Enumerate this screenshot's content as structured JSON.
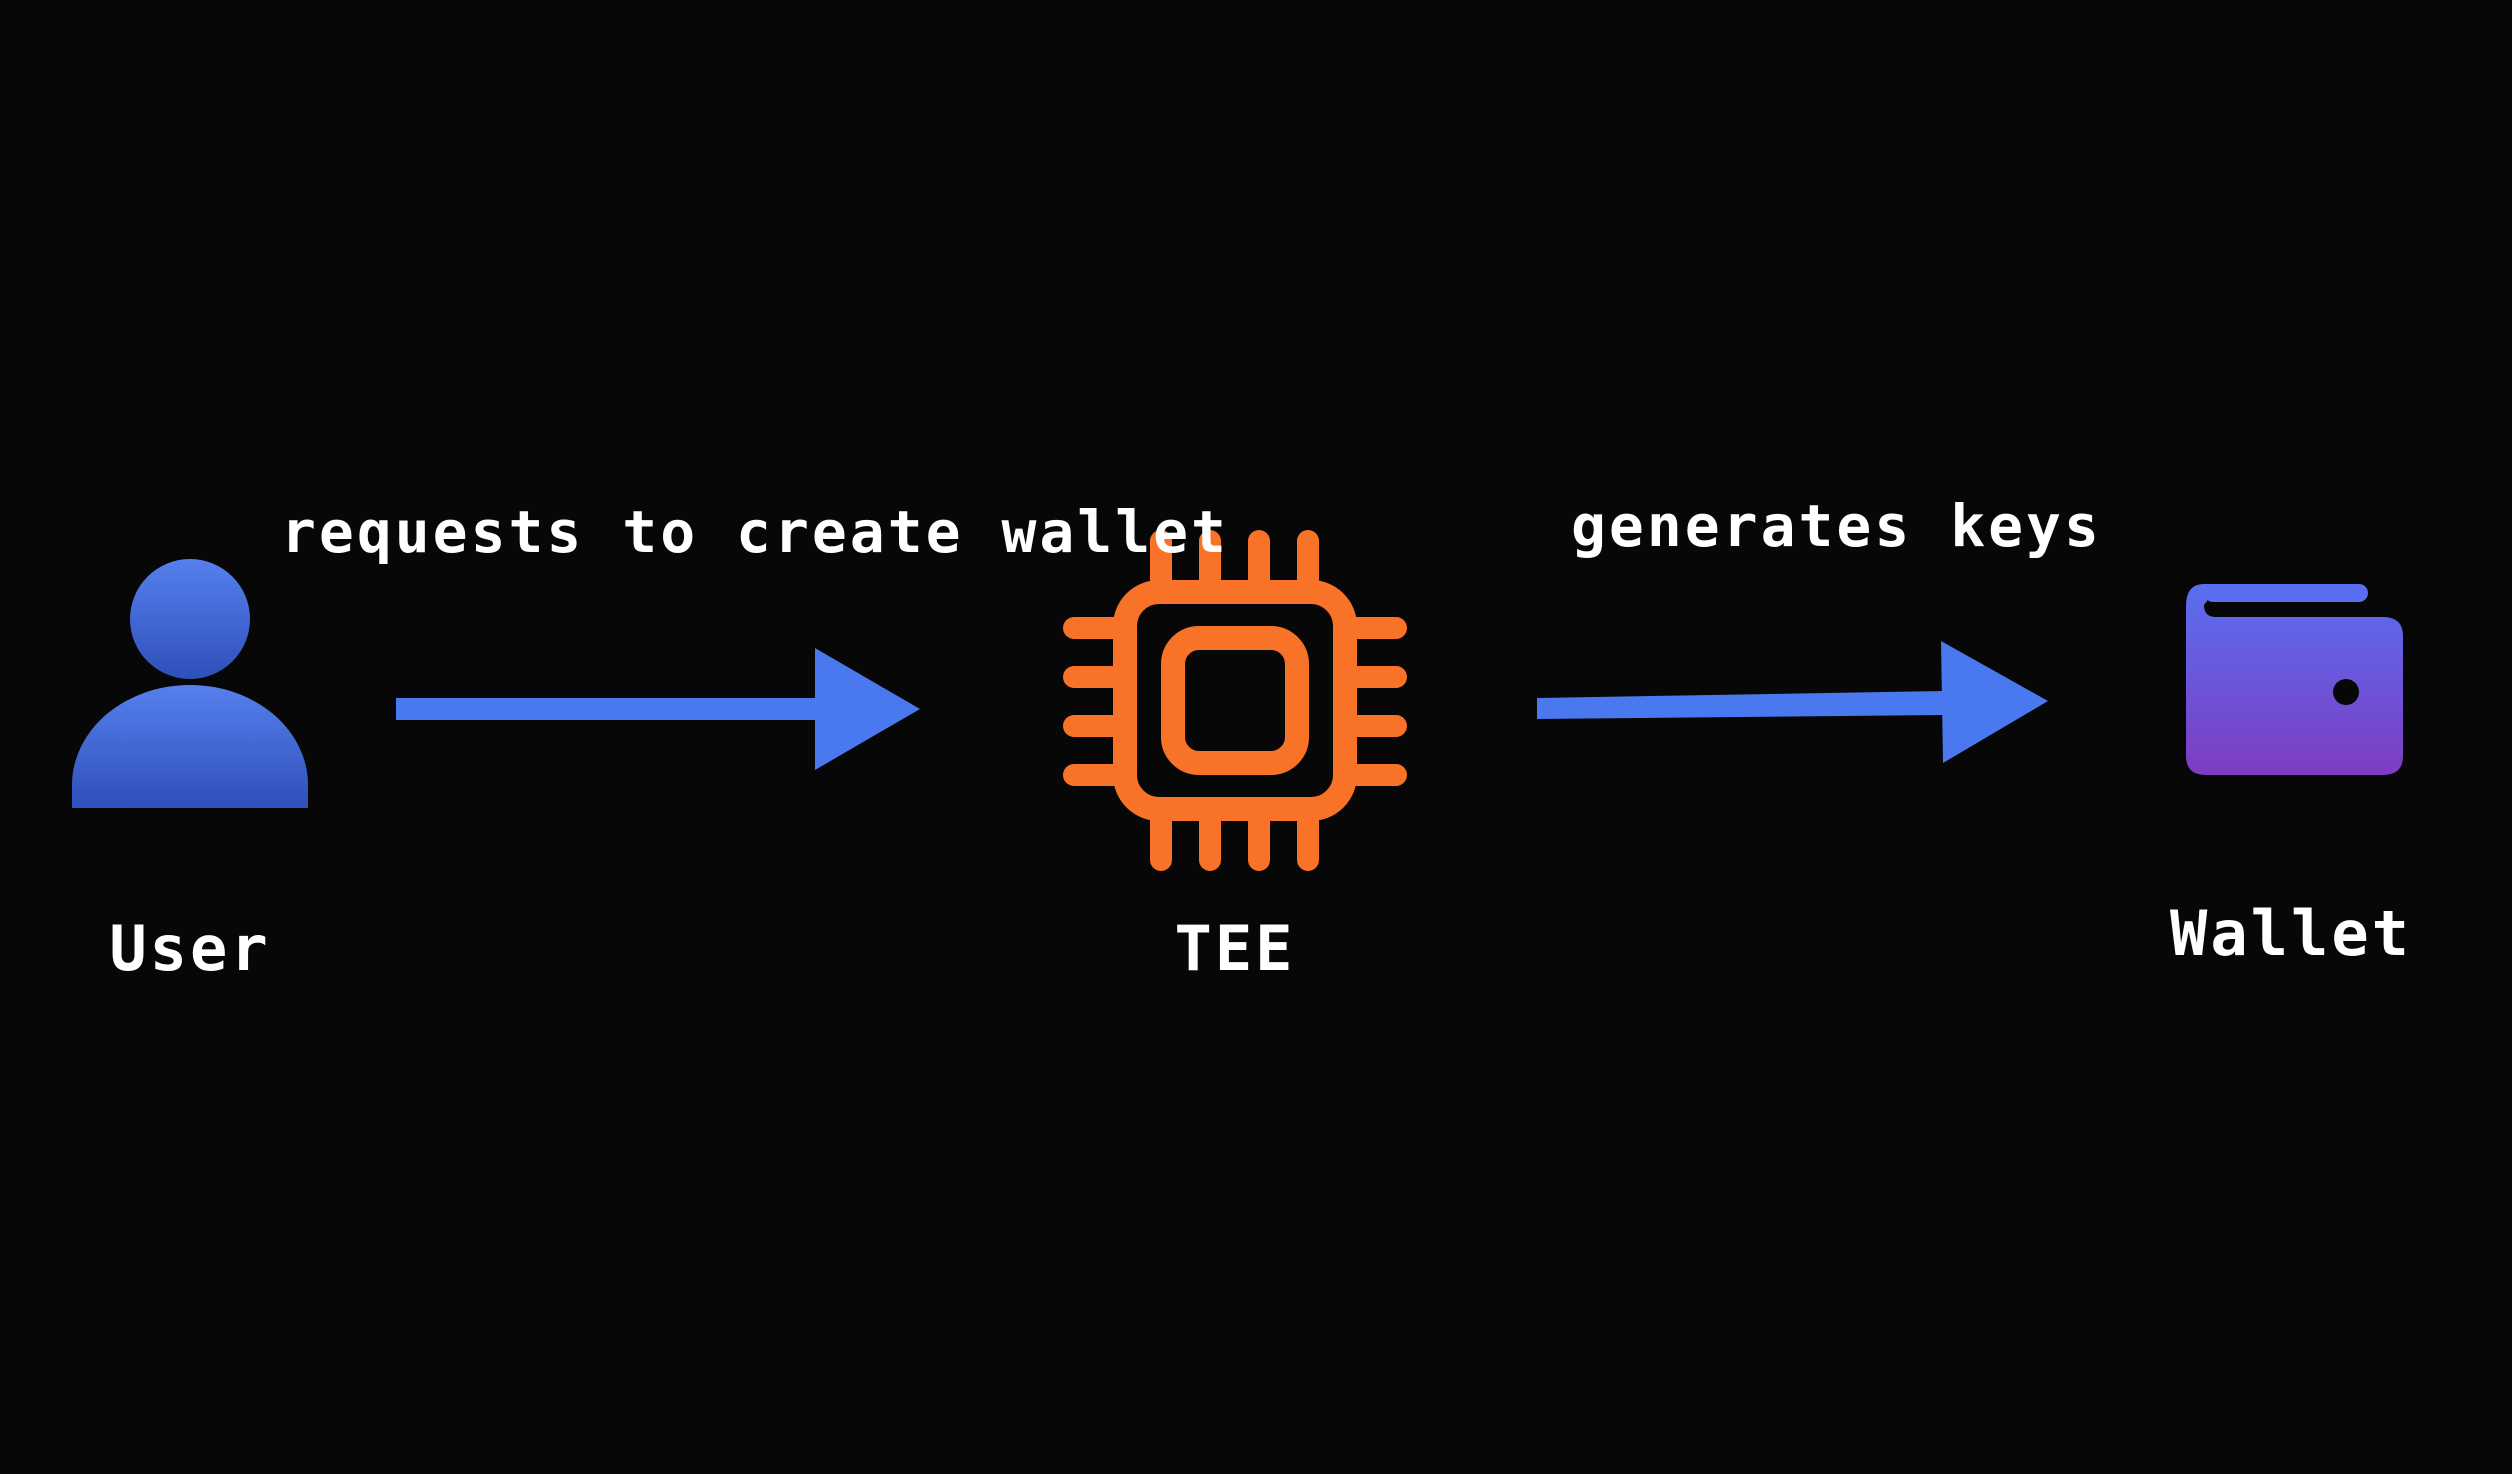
{
  "nodes": {
    "user": {
      "label": "User",
      "icon": "user-icon",
      "color_top": "#5680ee",
      "color_bottom": "#2f4fb9"
    },
    "tee": {
      "label": "TEE",
      "icon": "cpu-chip-icon",
      "color": "#f87327"
    },
    "wallet": {
      "label": "Wallet",
      "icon": "wallet-icon",
      "color_top": "#5a6ff0",
      "color_bottom": "#7d3cc2"
    }
  },
  "edges": [
    {
      "from": "User",
      "to": "TEE",
      "label": "requests to create wallet",
      "color": "#4a78ee"
    },
    {
      "from": "TEE",
      "to": "Wallet",
      "label": "generates keys",
      "color": "#4a78ee"
    }
  ],
  "colors": {
    "background": "#070707",
    "text": "#ffffff"
  }
}
